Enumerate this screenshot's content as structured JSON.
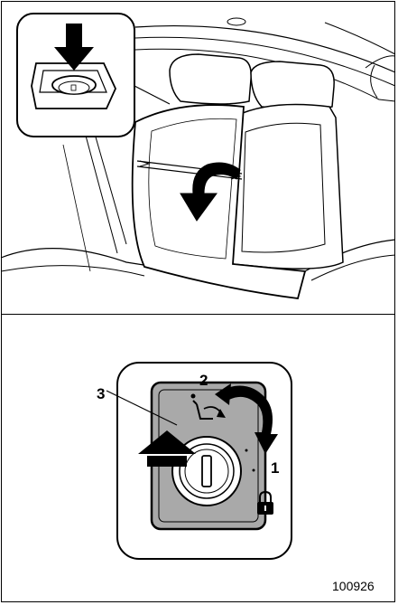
{
  "figure": {
    "figure_number": "100926",
    "callouts": [
      "1",
      "2",
      "3"
    ]
  },
  "icons": {
    "top_panel": [
      "seat-release-button-icon",
      "push-down-arrow-icon",
      "seatback-fold-arrow-icon"
    ],
    "bottom_panel": [
      "lock-cylinder-icon",
      "push-arrow-icon",
      "rotate-arrow-icon",
      "seat-recline-icon",
      "padlock-icon"
    ]
  },
  "colors": {
    "line": "#000000",
    "panel_gray": "#a9a9a9",
    "background": "#ffffff"
  }
}
